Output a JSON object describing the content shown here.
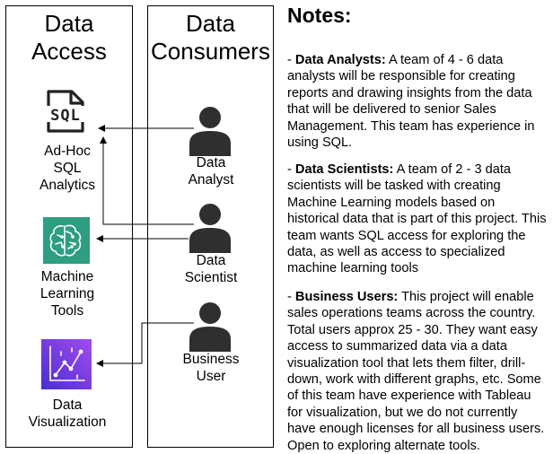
{
  "columns": {
    "access": {
      "title_line1": "Data",
      "title_line2": "Access"
    },
    "consumers": {
      "title_line1": "Data",
      "title_line2": "Consumers"
    }
  },
  "access_items": [
    {
      "icon": "sql-document-icon",
      "lines": [
        "Ad-Hoc",
        "SQL",
        "Analytics"
      ]
    },
    {
      "icon": "machine-learning-brain-icon",
      "lines": [
        "Machine",
        "Learning",
        "Tools"
      ]
    },
    {
      "icon": "data-visualization-chart-icon",
      "lines": [
        "Data",
        "Visualization"
      ]
    }
  ],
  "consumers": [
    {
      "icon": "user-silhouette-icon",
      "lines": [
        "Data",
        "Analyst"
      ]
    },
    {
      "icon": "user-silhouette-icon",
      "lines": [
        "Data",
        "Scientist"
      ]
    },
    {
      "icon": "user-silhouette-icon",
      "lines": [
        "Business",
        "User"
      ]
    }
  ],
  "colors": {
    "ml_icon_fill": "#2e9d80",
    "viz_icon_fill": "#7b3fe0",
    "person_fill": "#2f2f2f"
  },
  "notes": {
    "title": "Notes:",
    "items": [
      {
        "prefix": "- ",
        "heading": "Data Analysts:",
        "body": " A team of 4 - 6 data analysts will be responsible for creating reports and drawing insights from the data that will be delivered to senior Sales Management. This team has experience in using SQL."
      },
      {
        "prefix": "- ",
        "heading": "Data Scientists:",
        "body": " A team of 2 - 3 data scientists will be tasked with creating Machine Learning models based on historical data that is part of this project. This team wants SQL access for exploring the data, as well as access to specialized machine learning tools"
      },
      {
        "prefix": "- ",
        "heading": "Business Users:",
        "body": " This project will enable sales operations teams across the country. Total users approx 25 - 30. They want easy access to summarized data via a data visualization tool that lets them filter, drill-down, work with different graphs, etc. Some of this team have experience with Tableau for visualization, but we do not currently have enough licenses for all business users. Open to exploring alternate tools."
      }
    ]
  }
}
